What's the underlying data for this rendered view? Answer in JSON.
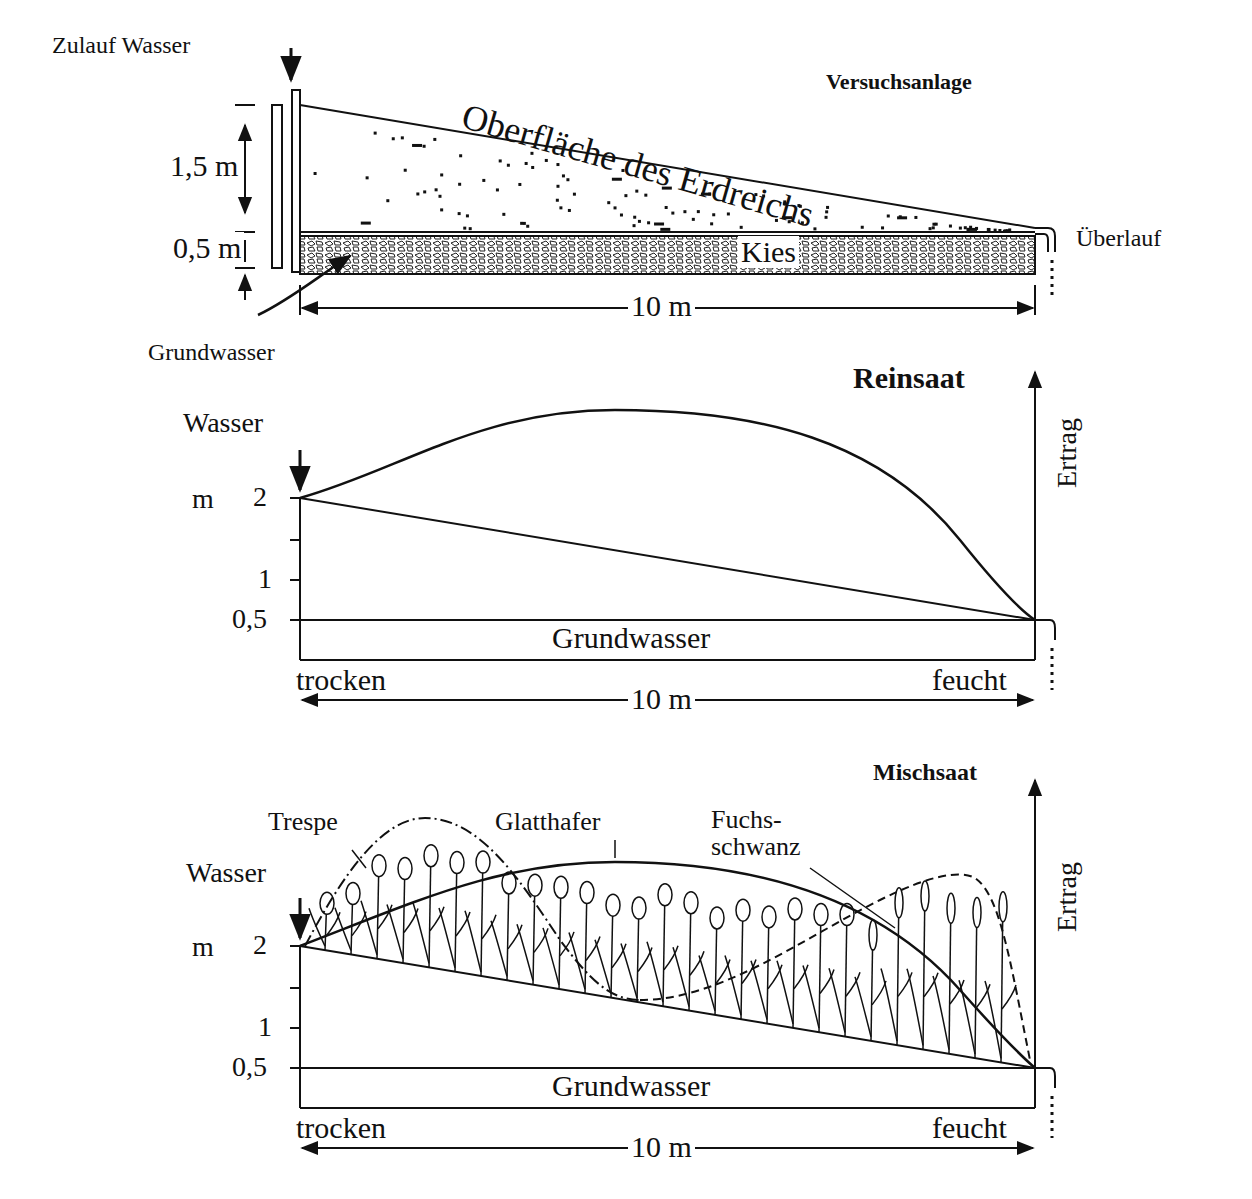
{
  "diagram": {
    "labels": [
      "Zulauf Wasser",
      "Versuchsanlage",
      "1,5 m",
      "Oberfläche des Erdreichs",
      "0,5 m",
      "Kies",
      "Überlauf",
      "10 m",
      "Grundwasser",
      "Reinsaat",
      "Ertrag",
      "Wasser",
      "m",
      "2",
      "1",
      "0,5",
      "Grundwasser",
      "trocken",
      "10 m",
      "feucht",
      "Mischsaat",
      "Trespe",
      "Glatthafer",
      "Fuchs- schwanz",
      "Ertrag",
      "Wasser",
      "m",
      "2",
      "1",
      "0,5",
      "Grundwasser",
      "trocken",
      "10 m",
      "feucht"
    ]
  }
}
